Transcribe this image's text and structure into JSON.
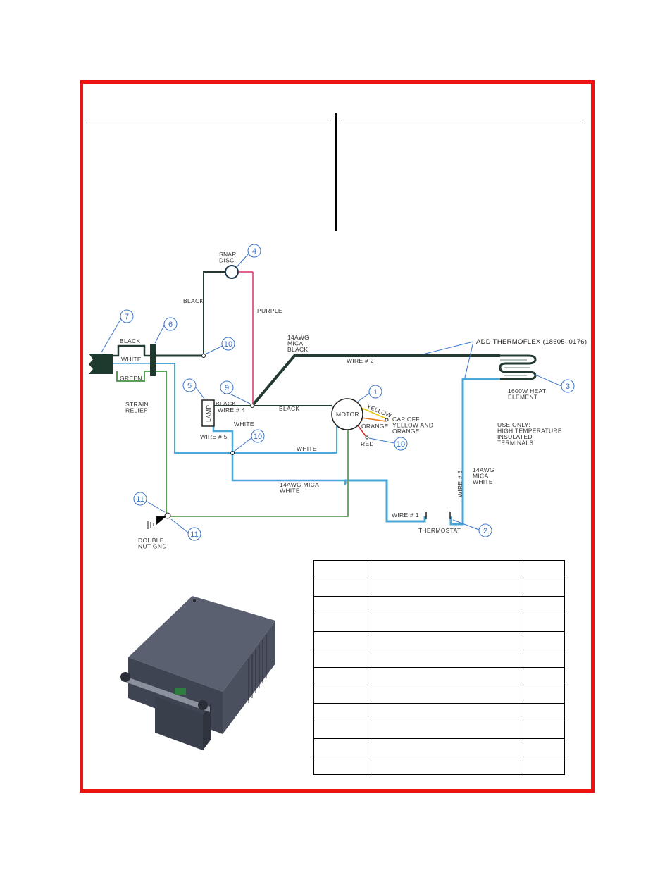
{
  "diagram": {
    "labels": {
      "snap_disc": "SNAP\nDISC",
      "black_top": "BLACK",
      "purple": "PURPLE",
      "black_left": "BLACK",
      "white_left": "WHITE",
      "green_left": "GREEN",
      "strain_relief": "STRAIN\nRELIEF",
      "mica_black": "14AWG\nMICA\nBLACK",
      "wire2": "WIRE # 2",
      "add_thermoflex": "ADD THERMOFLEX (18605–0176)",
      "heat_element": "1600W HEAT\nELEMENT",
      "lamp": "LAMP",
      "lamp_black": "BLACK",
      "wire4": "WIRE # 4",
      "black_mid": "BLACK",
      "motor": "MOTOR",
      "yellow": "YELLOW",
      "orange": "ORANGE",
      "red": "RED",
      "cap_off": "CAP OFF\nYELLOW AND\nORANGE.",
      "use_only": "USE ONLY:\nHIGH TEMPERATURE\nINSULATED\nTERMINALS",
      "lamp_white": "WHITE",
      "wire5": "WIRE # 5",
      "white_mid": "WHITE",
      "mica_white_bottom": "14AWG MICA\nWHITE",
      "wire3": "WIRE # 3",
      "mica_white_right": "14AWG\nMICA\nWHITE",
      "wire1": "WIRE # 1",
      "thermostat": "THERMOSTAT",
      "double_nut": "DOUBLE\nNUT GND"
    },
    "callouts": [
      "1",
      "2",
      "3",
      "4",
      "5",
      "6",
      "7",
      "9",
      "10",
      "10",
      "10",
      "11",
      "11"
    ],
    "colors": {
      "black_wire": "#223a30",
      "white_wire": "#4aa8d8",
      "green_wire": "#5aa05a",
      "purple_wire": "#d6336c",
      "yellow_wire": "#e8c400",
      "orange_wire": "#e87a1a",
      "red_wire": "#d22",
      "callout": "#3a74c9",
      "frame": "#ee1111"
    }
  },
  "parts_table": {
    "rows": 12,
    "columns": 3
  }
}
